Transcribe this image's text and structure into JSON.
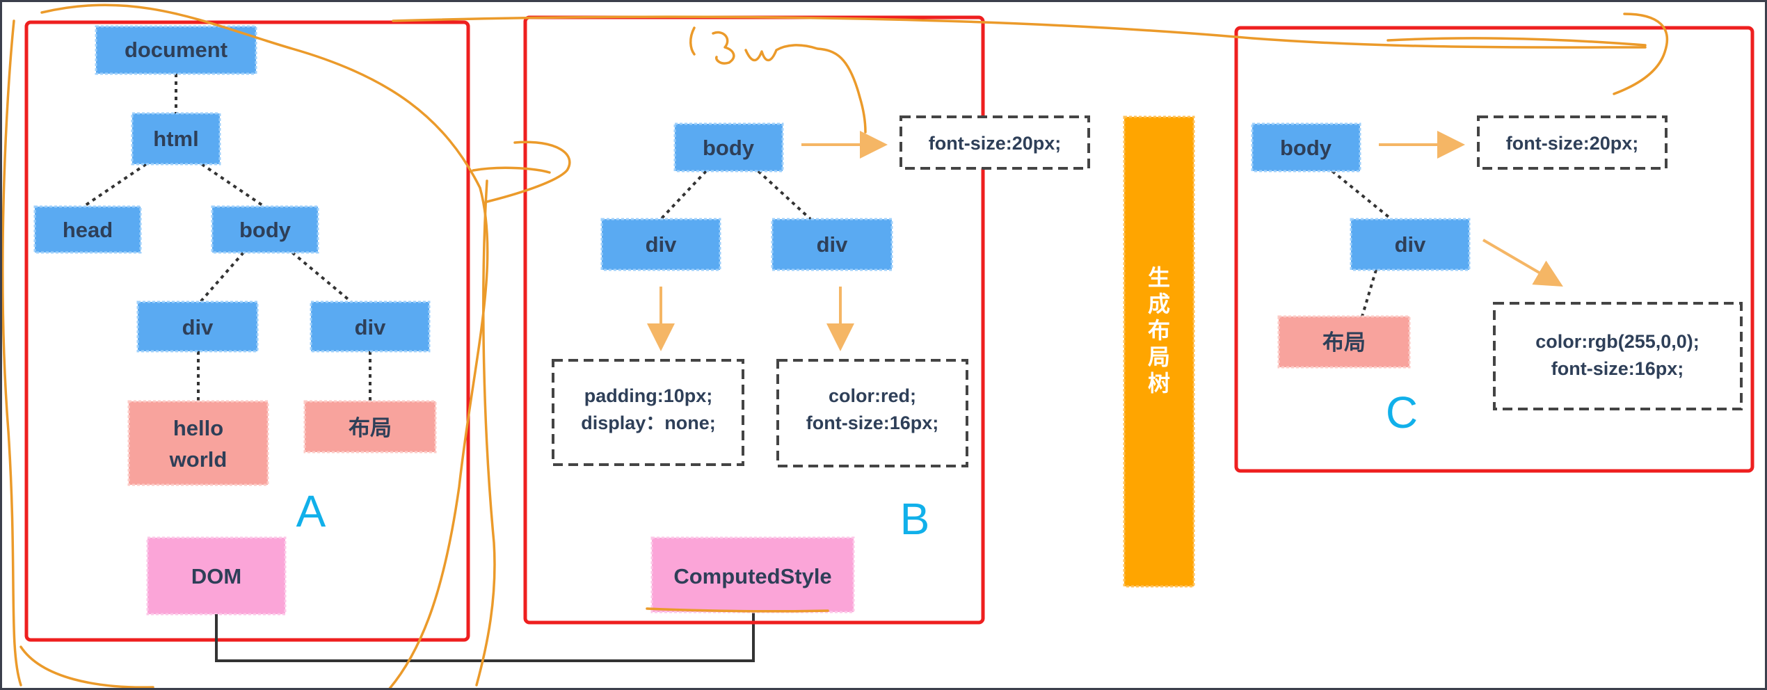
{
  "colors": {
    "node_blue": "#5aaaf2",
    "node_text": "#2e3f58",
    "text_node_fill": "#f8a39d",
    "label_pink": "#fba5d8",
    "style_box_border": "#444444",
    "arrow_orange": "#f5b665",
    "column_orange": "#ffa500",
    "panel_red": "#ee1f1f",
    "panel_letter": "#11b0ea",
    "ink_orange": "#eb9a2a",
    "connector": "#333333",
    "frame": "#3b3f4c"
  },
  "panel_a": {
    "letter": "A",
    "nodes": {
      "document": "document",
      "html": "html",
      "head": "head",
      "body": "body",
      "div_left": "div",
      "div_right": "div",
      "text_left": "hello\nworld",
      "text_right": "布局"
    },
    "caption": "DOM"
  },
  "panel_b": {
    "letter": "B",
    "nodes": {
      "body": "body",
      "div_left": "div",
      "div_right": "div"
    },
    "body_style": [
      "font-size:20px;"
    ],
    "left_style": [
      "padding:10px;",
      "display：none;"
    ],
    "right_style": [
      "color:red;",
      "font-size:16px;"
    ],
    "caption": "ComputedStyle"
  },
  "generate_label": "生成布局树",
  "panel_c": {
    "letter": "C",
    "nodes": {
      "body": "body",
      "div": "div",
      "text": "布局"
    },
    "body_style": [
      "font-size:20px;"
    ],
    "div_style": [
      "color:rgb(255,0,0);",
      "font-size:16px;"
    ]
  }
}
